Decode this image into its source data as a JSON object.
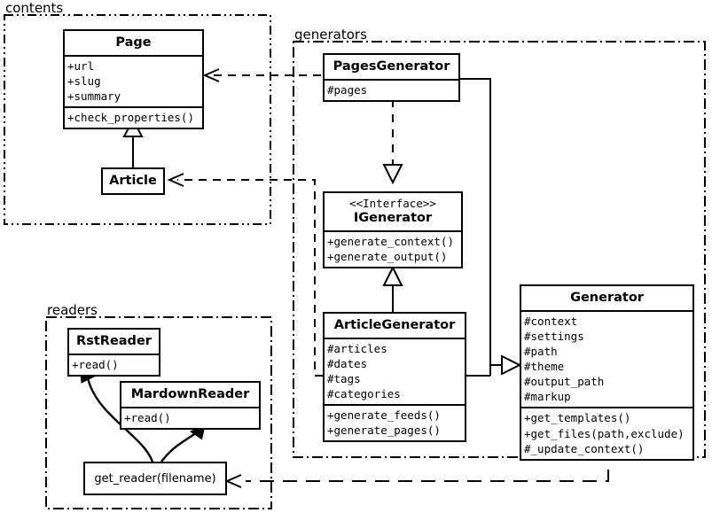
{
  "diagram": {
    "type": "uml-class-diagram",
    "packages": [
      {
        "id": "contents",
        "label": "contents"
      },
      {
        "id": "generators",
        "label": "generators"
      },
      {
        "id": "readers",
        "label": "readers"
      }
    ],
    "classes": {
      "page": {
        "name": "Page",
        "attributes": [
          "+url",
          "+slug",
          "+summary"
        ],
        "methods": [
          "+check_properties()"
        ]
      },
      "article": {
        "name": "Article",
        "attributes": [],
        "methods": []
      },
      "pages_generator": {
        "name": "PagesGenerator",
        "attributes": [
          "#pages"
        ],
        "methods": []
      },
      "igenerator": {
        "stereotype": "<<Interface>>",
        "name": "IGenerator",
        "attributes": [],
        "methods": [
          "+generate_context()",
          "+generate_output()"
        ]
      },
      "article_generator": {
        "name": "ArticleGenerator",
        "attributes": [
          "#articles",
          "#dates",
          "#tags",
          "#categories"
        ],
        "methods": [
          "+generate_feeds()",
          "+generate_pages()"
        ]
      },
      "generator": {
        "name": "Generator",
        "attributes": [
          "#context",
          "#settings",
          "#path",
          "#theme",
          "#output_path",
          "#markup"
        ],
        "methods": [
          "+get_templates()",
          "+get_files(path,exclude)",
          "#_update_context()"
        ]
      },
      "rst_reader": {
        "name": "RstReader",
        "attributes": [],
        "methods": [
          "+read()"
        ]
      },
      "mardown_reader": {
        "name": "MardownReader",
        "attributes": [],
        "methods": [
          "+read()"
        ]
      }
    },
    "functions": {
      "get_reader": {
        "label": "get_reader(filename)"
      }
    },
    "relations": [
      {
        "from": "pages_generator",
        "to": "page",
        "type": "dependency"
      },
      {
        "from": "article_generator",
        "to": "article",
        "type": "dependency"
      },
      {
        "from": "article",
        "to": "page",
        "type": "generalization"
      },
      {
        "from": "pages_generator",
        "to": "igenerator",
        "type": "realization"
      },
      {
        "from": "article_generator",
        "to": "igenerator",
        "type": "generalization"
      },
      {
        "from": "pages_generator",
        "to": "generator",
        "type": "generalization"
      },
      {
        "from": "article_generator",
        "to": "generator",
        "type": "generalization"
      },
      {
        "from": "generator",
        "to": "get_reader",
        "type": "dependency"
      },
      {
        "from": "get_reader",
        "to": "rst_reader",
        "type": "association"
      },
      {
        "from": "get_reader",
        "to": "mardown_reader",
        "type": "association"
      }
    ],
    "colors": {
      "stroke": "#000000",
      "fill": "#ffffff",
      "background": "#ffffff"
    }
  }
}
